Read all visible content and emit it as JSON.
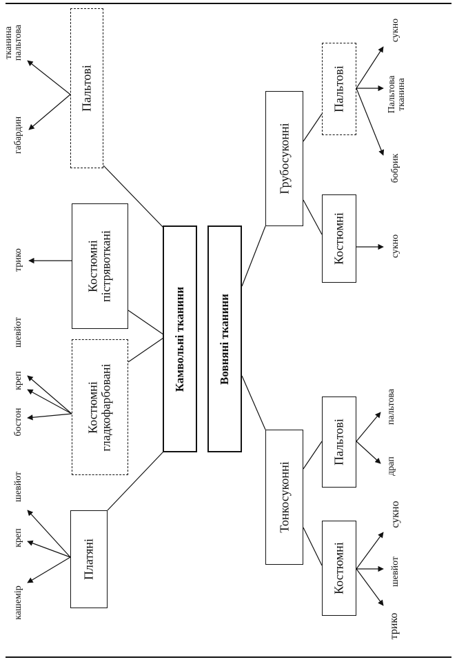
{
  "nodes": {
    "kamvolni": "Камвольні тканини",
    "vovnyani": "Вовняні тканини",
    "paltovi_top": "Пальтові",
    "kostyumni_pistryav": "Костюмні\nпістрявоткані",
    "kostyumni_gladko": "Костюмні\nгладкофарбовані",
    "platyani": "Платяні",
    "grubosukonni": "Грубосуконні",
    "tonkosukonni": "Тонкосуконні",
    "paltovi_grub": "Пальтові",
    "kostyumni_grub": "Костюмні",
    "paltovi_tonk": "Пальтові",
    "kostyumni_tonk": "Костюмні"
  },
  "leaves": {
    "tkanyna_paltova_top": "тканина\nпальтова",
    "gabardyn": "габардин",
    "tryko_top": "трико",
    "sheviot_top": "шевйот",
    "krep_top": "креп",
    "boston": "бостон",
    "sheviot_mid": "шевйот",
    "krep_mid": "креп",
    "kashemir": "кашемір",
    "sukno_grub_paltovi": "сукно",
    "paltova_tkanyna": "Пальтова\nтканина",
    "bobryk": "бобрик",
    "sukno_grub_kost": "сукно",
    "paltova_tonk": "пальтова",
    "drap": "драп",
    "sukno_tonk": "сукно",
    "sheviot_bottom": "шевйот",
    "tryko_bottom": "трико"
  }
}
